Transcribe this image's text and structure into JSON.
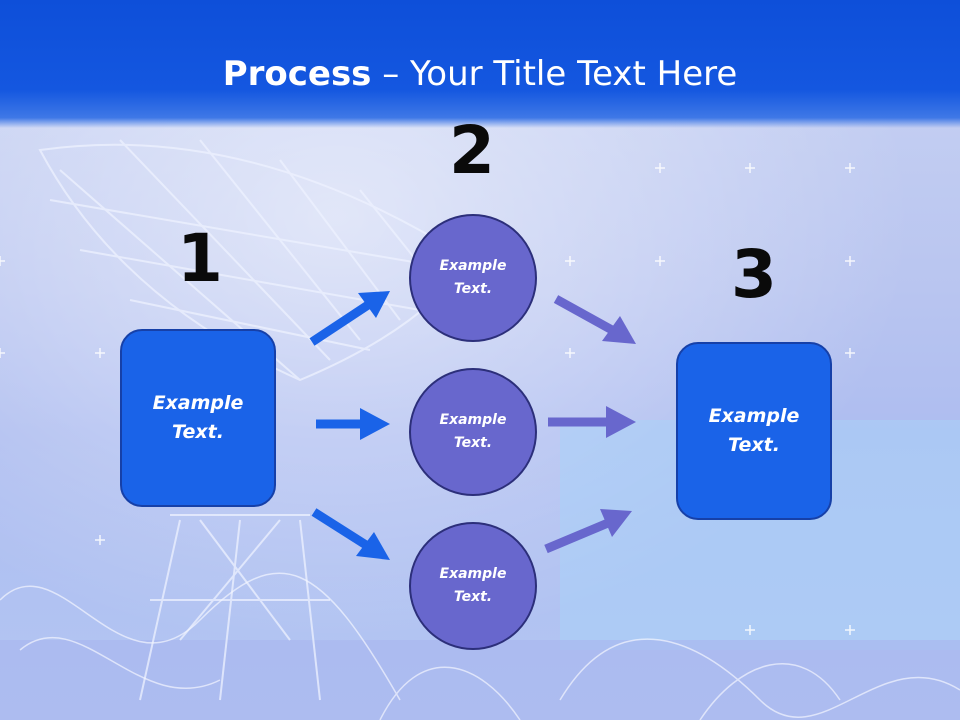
{
  "title": {
    "bold": "Process",
    "rest": " – Your Title Text Here"
  },
  "steps": [
    {
      "number": "1",
      "label": "Example\nText."
    },
    {
      "number": "2",
      "items": [
        "Example\nText.",
        "Example\nText.",
        "Example\nText."
      ]
    },
    {
      "number": "3",
      "label": "Example\nText."
    }
  ],
  "colors": {
    "title_bar": "#1457e0",
    "box_fill": "#1a63e8",
    "circle_fill": "#6867cd",
    "arrow_blue": "#1a63e8",
    "arrow_purple": "#6867cd"
  }
}
